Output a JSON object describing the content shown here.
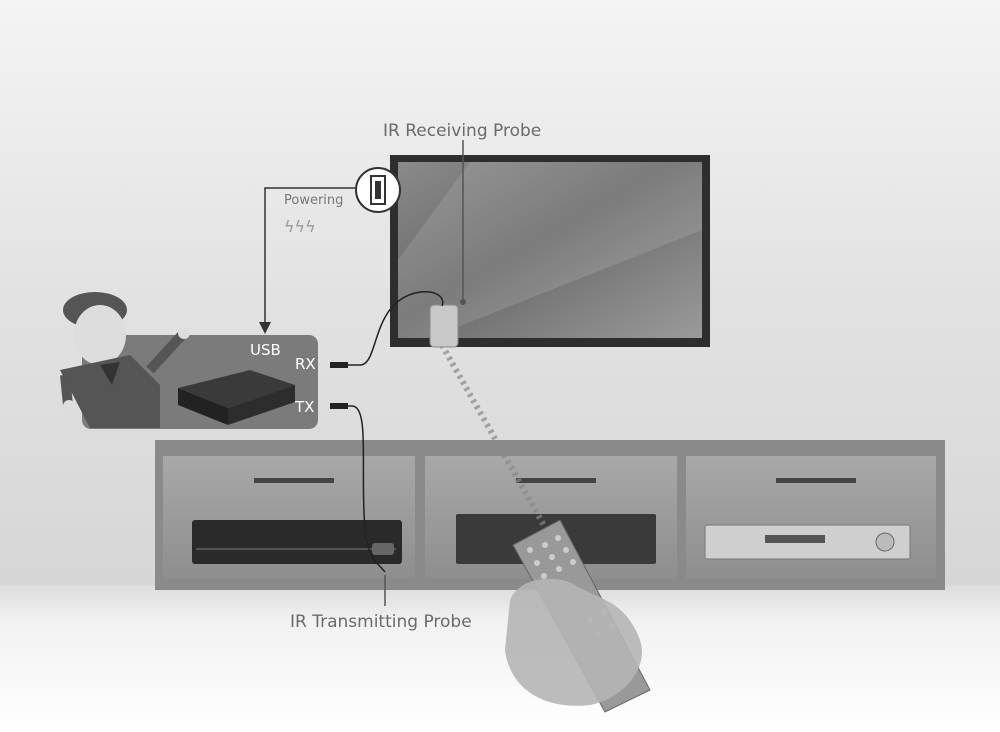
{
  "labels": {
    "ir_receiving_probe": "IR Receiving Probe",
    "powering": "Powering",
    "usb": "USB",
    "rx": "RX",
    "tx": "TX",
    "ir_transmitting_probe": "IR Transmitting Probe"
  },
  "colors": {
    "wall": "#e6e6e6",
    "floor": "#f7f7f7",
    "tv": "#3a3a3a",
    "cabinet": "#8c8c8c",
    "panel": "#7b7b7b",
    "lines": "#333333"
  }
}
